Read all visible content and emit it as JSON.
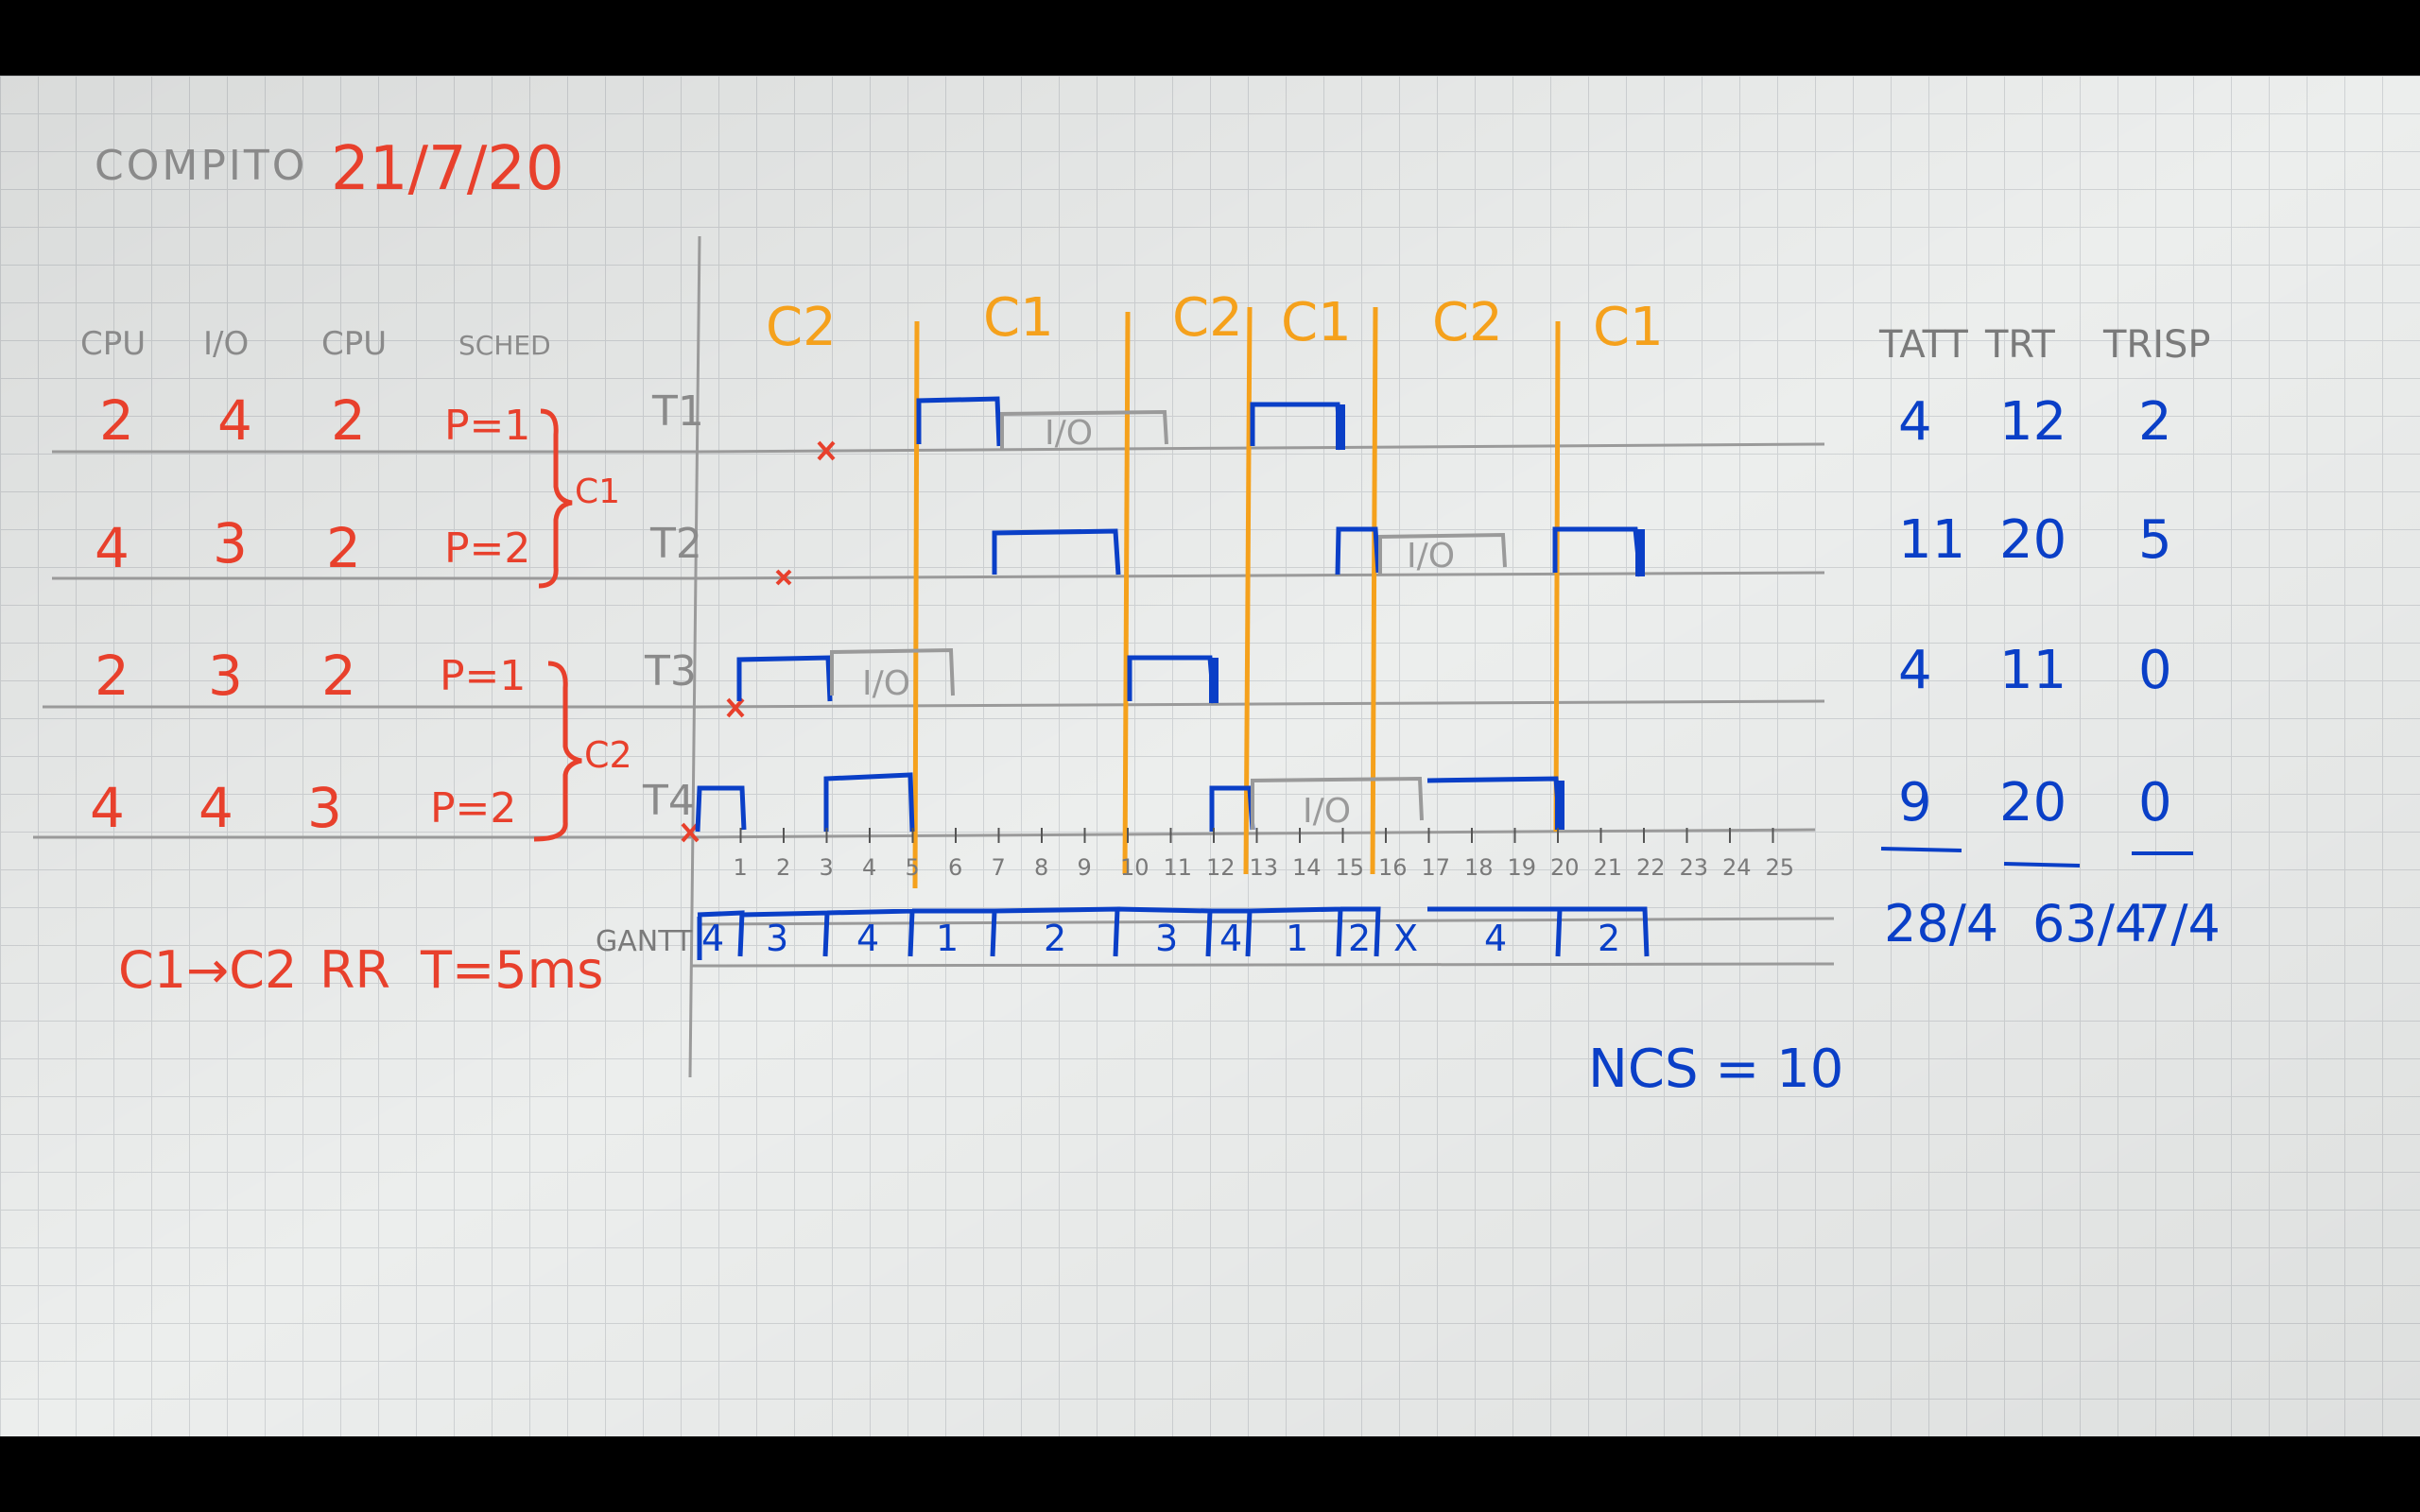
{
  "title": {
    "label": "COMPITO",
    "date": "21/7/20"
  },
  "params_table": {
    "headers": [
      "CPU",
      "I/O",
      "CPU",
      "SCHED"
    ],
    "rows": [
      {
        "cpu1": "2",
        "io": "4",
        "cpu2": "2",
        "priority": "P=1"
      },
      {
        "cpu1": "4",
        "io": "3",
        "cpu2": "2",
        "priority": "P=2"
      },
      {
        "cpu1": "2",
        "io": "3",
        "cpu2": "2",
        "priority": "P=1"
      },
      {
        "cpu1": "4",
        "io": "4",
        "cpu2": "3",
        "priority": "P=2"
      }
    ],
    "group_labels": [
      "C1",
      "C2"
    ]
  },
  "policy": {
    "queues": "C1→C2",
    "algo": "RR",
    "quantum": "T=5ms"
  },
  "timeline": {
    "task_labels": [
      "T1",
      "T2",
      "T3",
      "T4"
    ],
    "phase_labels": [
      "C2",
      "C1",
      "C2",
      "C1",
      "C2",
      "C1"
    ],
    "io_label": "I/O",
    "ticks": [
      "1",
      "2",
      "3",
      "4",
      "5",
      "6",
      "7",
      "8",
      "9",
      "10",
      "11",
      "12",
      "13",
      "14",
      "15",
      "16",
      "17",
      "18",
      "19",
      "20",
      "21",
      "22",
      "23",
      "24",
      "25"
    ]
  },
  "gantt": {
    "label": "GANTT",
    "slots": [
      "4",
      "3",
      "4",
      "1",
      "2",
      "3",
      "4",
      "1",
      "2",
      "X",
      "4",
      "2"
    ]
  },
  "results": {
    "headers": [
      "TATT",
      "TRT",
      "TRISP"
    ],
    "rows": [
      [
        "4",
        "12",
        "2"
      ],
      [
        "11",
        "20",
        "5"
      ],
      [
        "4",
        "11",
        "0"
      ],
      [
        "9",
        "20",
        "0"
      ]
    ],
    "averages": [
      "28/4",
      "63/4",
      "7/4"
    ],
    "ncs": "NCS = 10"
  },
  "colors": {
    "red": "#e8402c",
    "blue": "#0a3fc7",
    "orange": "#f5a11c",
    "gray_ink": "#8a8a8a",
    "grid": "#cfd2d4",
    "paper": "#eceeed"
  }
}
